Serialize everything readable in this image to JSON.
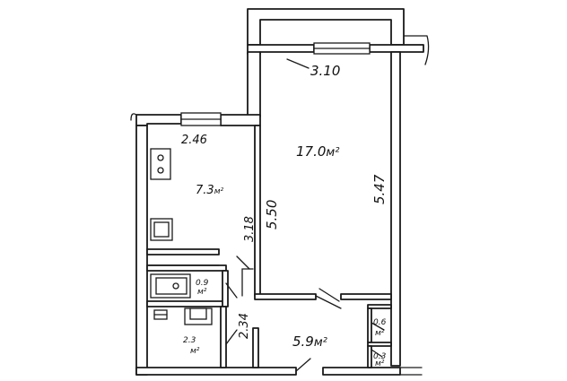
{
  "plan": {
    "dimensions": {
      "balcony_width": "3.10",
      "kitchen_width": "2.46",
      "kitchen_length": "5.50",
      "room_length": "5.47",
      "partition": "3.18",
      "hall_width": "2.34"
    },
    "areas": {
      "room": {
        "value": "17.0",
        "unit": "м²"
      },
      "kitchen": {
        "value": "7.3",
        "unit": "м²"
      },
      "bathroom": {
        "value": "0.9",
        "unit": "м²"
      },
      "wc": {
        "value": "2.3",
        "unit": "м²"
      },
      "hall": {
        "value": "5.9",
        "unit": "м²"
      },
      "closet_upper": {
        "value": "0.6",
        "unit": "м²"
      },
      "closet_lower": {
        "value": "0.3",
        "unit": "м²"
      }
    }
  }
}
